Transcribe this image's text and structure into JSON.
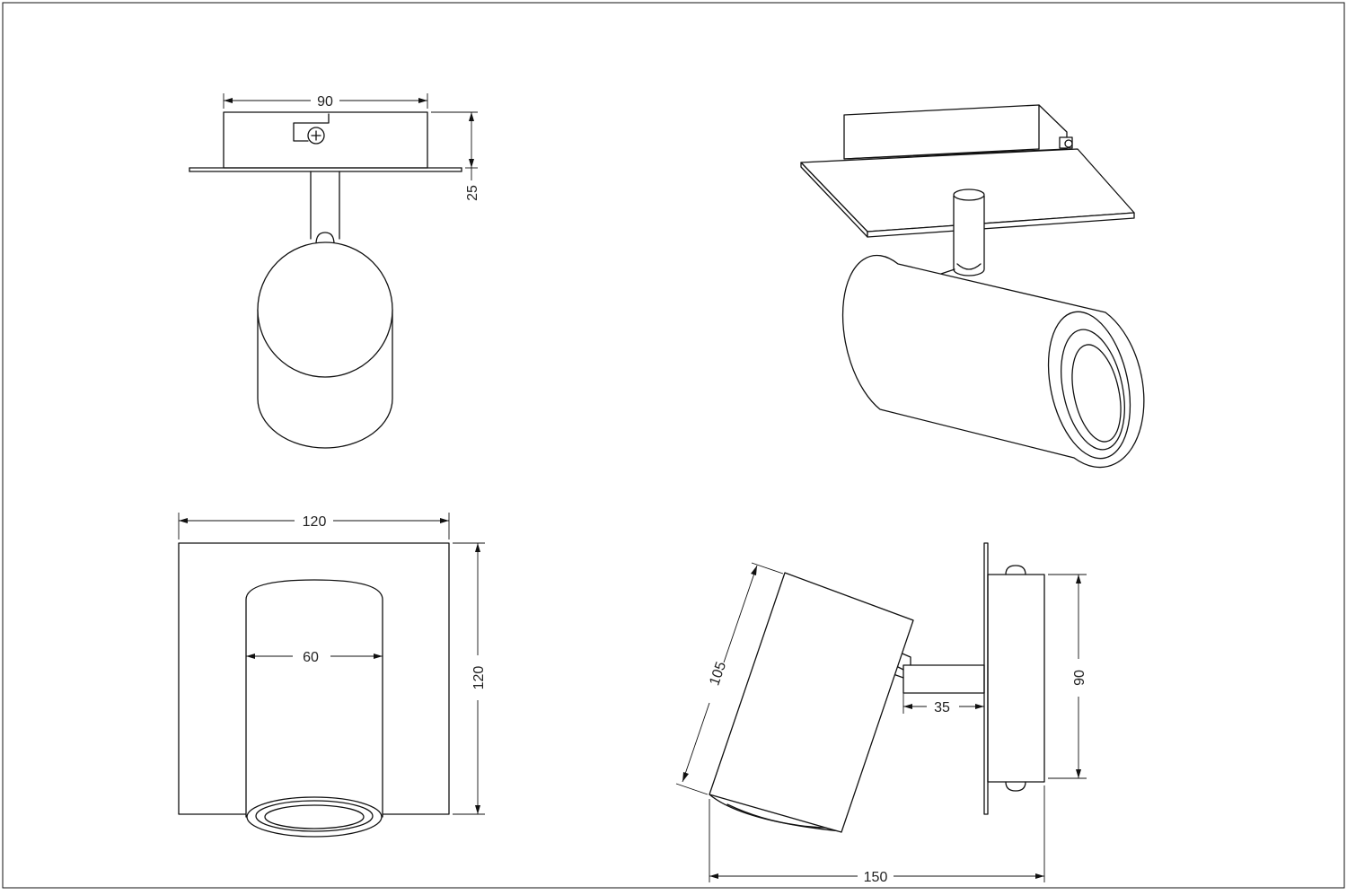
{
  "drawing": {
    "views": {
      "front_view": {
        "dims": {
          "mount_width": "90",
          "mount_height": "25"
        }
      },
      "isometric_view": {},
      "bottom_view": {
        "dims": {
          "plate_width": "120",
          "plate_height": "120",
          "lamp_diameter": "60"
        }
      },
      "side_view": {
        "dims": {
          "lamp_length": "105",
          "arm_length": "35",
          "mount_height": "90",
          "total_depth": "150"
        }
      }
    }
  }
}
